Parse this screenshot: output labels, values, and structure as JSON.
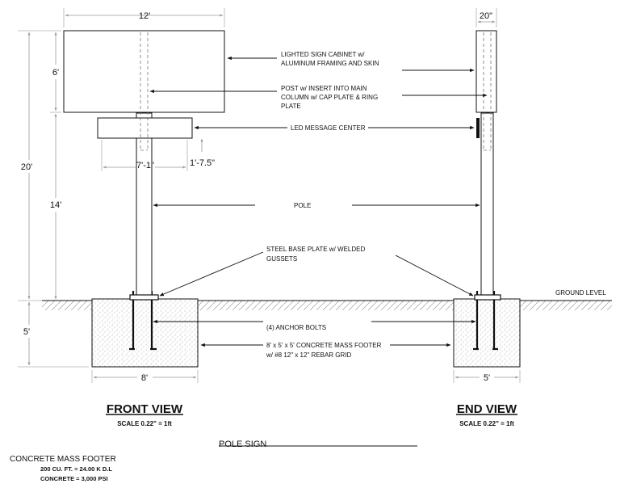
{
  "dimensions": {
    "front_width": "12'",
    "end_width": "20\"",
    "cabinet_height": "6'",
    "overall_height": "20'",
    "pole_height": "14'",
    "footer_depth": "5'",
    "message_center_width": "7'-1\"",
    "message_center_offset": "1'-7.5\"",
    "front_footer_width": "8'",
    "end_footer_width": "5'"
  },
  "callouts": {
    "cabinet_line1": "LIGHTED SIGN CABINET w/",
    "cabinet_line2": "ALUMINUM FRAMING AND SKIN",
    "post_line1": "POST w/ INSERT INTO MAIN",
    "post_line2": "COLUMN w/ CAP PLATE & RING",
    "post_line3": "PLATE",
    "led": "LED MESSAGE CENTER",
    "pole": "POLE",
    "base_line1": "STEEL BASE PLATE w/ WELDED",
    "base_line2": "GUSSETS",
    "ground": "GROUND LEVEL",
    "anchor": "(4) ANCHOR BOLTS",
    "footer_line1": "8' x 5' x 5' CONCRETE MASS FOOTER",
    "footer_line2": "w/ #8 12\" x 12\" REBAR GRID"
  },
  "views": {
    "front": {
      "title": "FRONT VIEW",
      "scale": "SCALE 0.22\" = 1ft"
    },
    "end": {
      "title": "END VIEW",
      "scale": "SCALE 0.22\" = 1ft"
    }
  },
  "sheet_title": "POLE SIGN",
  "footer_notes": {
    "title": "CONCRETE MASS FOOTER",
    "volume": "200 CU. FT. = 24.00 K D.L",
    "strength": "CONCRETE = 3,000 PSI"
  }
}
